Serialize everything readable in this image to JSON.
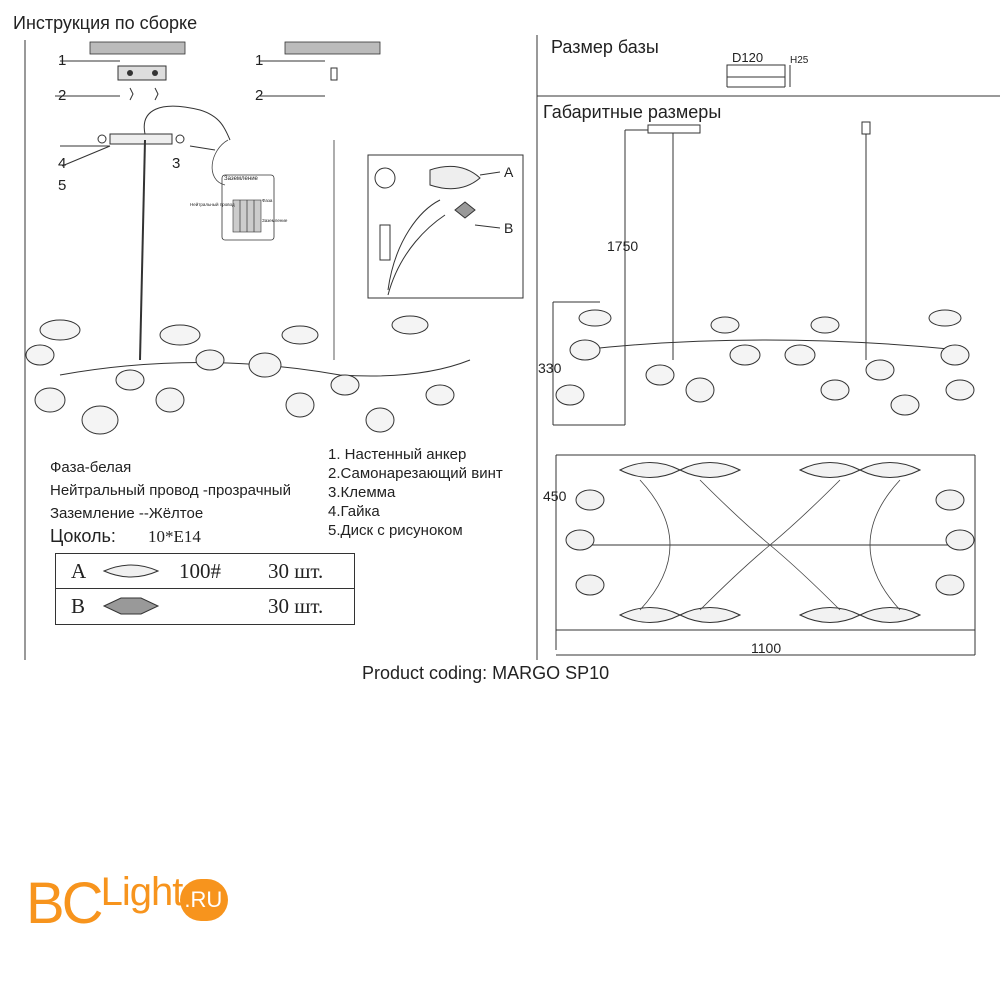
{
  "assembly": {
    "title": "Инструкция по сборке",
    "callouts": [
      "1",
      "2",
      "3",
      "4",
      "5",
      "1",
      "2"
    ],
    "connection_label": "Заземление",
    "terminal_labels": [
      "Нейтральный провод",
      "Фаза",
      "Заземление"
    ],
    "detail_labels": [
      "A",
      "B"
    ]
  },
  "wiring": {
    "phase": "Фаза-белая",
    "neutral": "Нейтральный провод -прозрачный",
    "ground": "Заземление --Жёлтое",
    "socket_label": "Цоколь:",
    "socket_value": "10*E14"
  },
  "parts_table": {
    "rows": [
      {
        "letter": "A",
        "code": "100#",
        "qty": "30 шт."
      },
      {
        "letter": "B",
        "code": "",
        "qty": "30 шт."
      }
    ]
  },
  "legend": {
    "items": [
      "1. Настенный анкер",
      "2.Самонарезающий винт",
      "3.Клемма",
      "4.Гайка",
      "5.Диск с рисунoком"
    ]
  },
  "base_size": {
    "title": "Размер базы",
    "diameter": "D120",
    "height": "H25"
  },
  "dimensions": {
    "title": "Габаритные размеры",
    "drop": "1750",
    "height": "330",
    "depth": "450",
    "width": "1100"
  },
  "product_coding": "Product coding: MARGO SP10",
  "logo": {
    "main": "BC",
    "light": "Light",
    "suffix": ".RU",
    "colors": {
      "orange": "#f7941d",
      "badge": "#f7941d"
    }
  }
}
